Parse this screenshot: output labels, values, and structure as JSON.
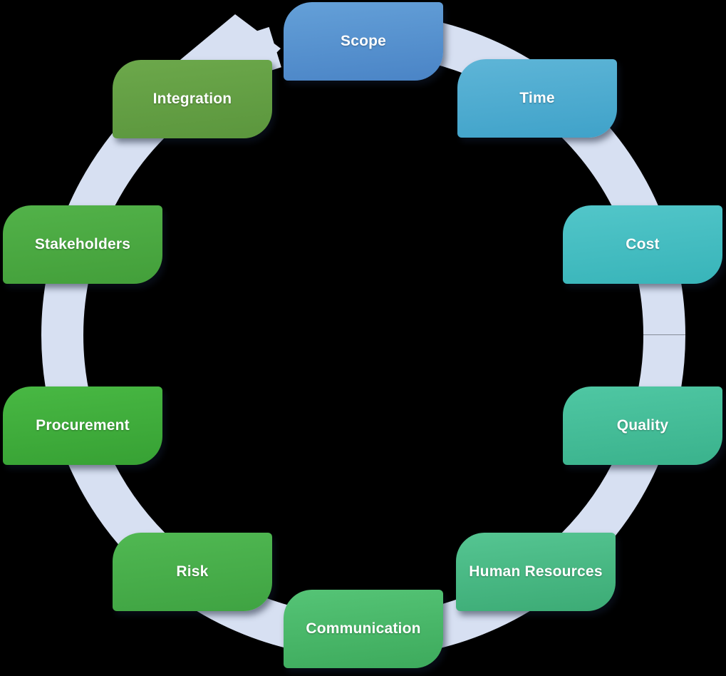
{
  "background_color": "#000000",
  "ring": {
    "color": "#d7e0f2",
    "description": "circular cycle arrow band"
  },
  "cycle": {
    "text_color": "#ffffff",
    "items": [
      {
        "label": "Scope",
        "color_top": "#64a0d8",
        "color_bottom": "#4a84c6"
      },
      {
        "label": "Time",
        "color_top": "#5eb5d7",
        "color_bottom": "#3fa2c9"
      },
      {
        "label": "Cost",
        "color_top": "#52c6c9",
        "color_bottom": "#38b4b9"
      },
      {
        "label": "Quality",
        "color_top": "#4fc7a3",
        "color_bottom": "#3ab28c"
      },
      {
        "label": "Human Resources",
        "color_top": "#55c592",
        "color_bottom": "#3cab75"
      },
      {
        "label": "Communication",
        "color_top": "#55c476",
        "color_bottom": "#3daa5c"
      },
      {
        "label": "Risk",
        "color_top": "#50b852",
        "color_bottom": "#3fa342"
      },
      {
        "label": "Procurement",
        "color_top": "#48b843",
        "color_bottom": "#37a134"
      },
      {
        "label": "Stakeholders",
        "color_top": "#52b249",
        "color_bottom": "#439f3a"
      },
      {
        "label": "Integration",
        "color_top": "#6ca84b",
        "color_bottom": "#5b963d"
      }
    ]
  }
}
